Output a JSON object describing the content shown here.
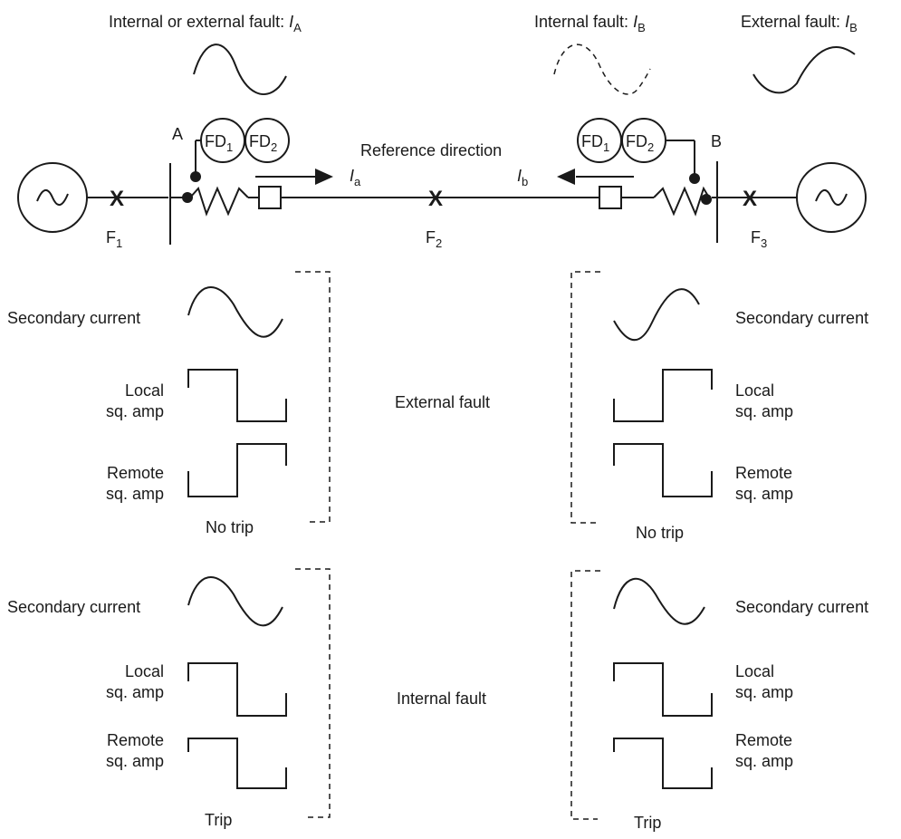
{
  "top_labels": {
    "left": {
      "text": "Internal or external fault: ",
      "sym": "I",
      "sub": "A"
    },
    "mid": {
      "text": "Internal fault: ",
      "sym": "I",
      "sub": "B"
    },
    "right": {
      "text": "External fault: ",
      "sym": "I",
      "sub": "B"
    }
  },
  "bus": {
    "a": "A",
    "b": "B"
  },
  "fd": {
    "fd": "FD",
    "one": "1",
    "two": "2"
  },
  "reference_direction": "Reference direction",
  "currents": {
    "sym": "I",
    "a": "a",
    "b": "b"
  },
  "faults": [
    {
      "sym": "X",
      "name": "F",
      "sub": "1"
    },
    {
      "sym": "X",
      "name": "F",
      "sub": "2"
    },
    {
      "sym": "X",
      "name": "F",
      "sub": "3"
    }
  ],
  "row_labels": {
    "secondary": "Secondary current",
    "local_1": "Local",
    "local_2": "sq. amp",
    "remote_1": "Remote",
    "remote_2": "sq. amp"
  },
  "cases": {
    "external": {
      "title": "External fault",
      "left_result": "No trip",
      "right_result": "No trip"
    },
    "internal": {
      "title": "Internal fault",
      "left_result": "Trip",
      "right_result": "Trip"
    }
  }
}
